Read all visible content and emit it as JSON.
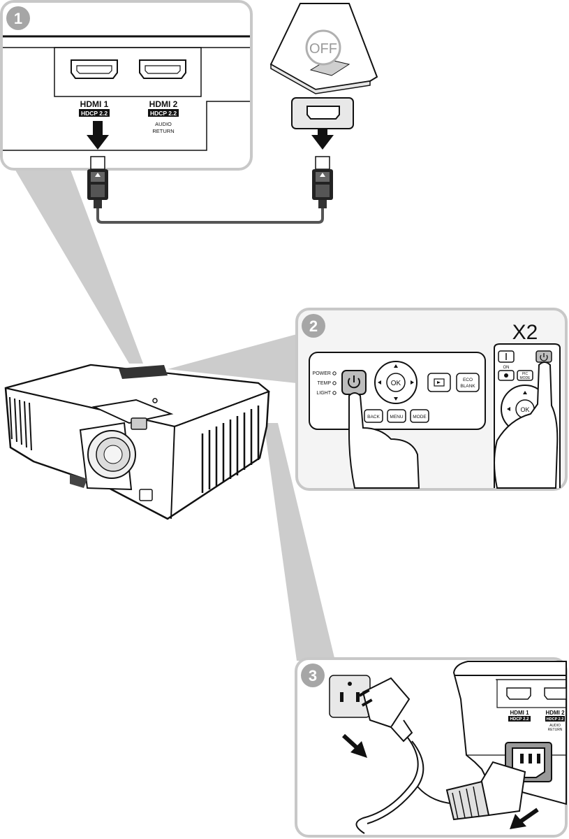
{
  "steps": [
    {
      "number": "1"
    },
    {
      "number": "2",
      "multiplier": "X2"
    },
    {
      "number": "3"
    }
  ],
  "step1": {
    "ports": [
      {
        "name": "HDMI 1",
        "badge": "HDCP 2.2",
        "note_line1": "",
        "note_line2": ""
      },
      {
        "name": "HDMI 2",
        "badge": "HDCP 2.2",
        "note_line1": "AUDIO",
        "note_line2": "RETURN"
      }
    ],
    "laptop_state": "OFF"
  },
  "step2": {
    "indicators": [
      "POWER",
      "TEMP",
      "LIGHT"
    ],
    "ok_label": "OK",
    "eco_line1": "ECO",
    "eco_line2": "BLANK",
    "bottom_buttons": [
      "BACK",
      "MENU",
      "MODE"
    ],
    "remote": {
      "on_label": "ON",
      "pic_line1": "PIC",
      "pic_line2": "MODE",
      "ok_label": "OK"
    }
  },
  "step3": {
    "ports": [
      {
        "name": "HDMI 1",
        "badge": "HDCP 2.2",
        "note_line1": "",
        "note_line2": ""
      },
      {
        "name": "HDMI 2",
        "badge": "HDCP 2.2",
        "note_line1": "AUDIO",
        "note_line2": "RETURN"
      }
    ]
  },
  "colors": {
    "panel_border": "#c8c8c8",
    "panel_fill": "#f4f4f4",
    "callout": "#cccccc",
    "badge": "#a6a6a6",
    "ink": "#111111"
  }
}
